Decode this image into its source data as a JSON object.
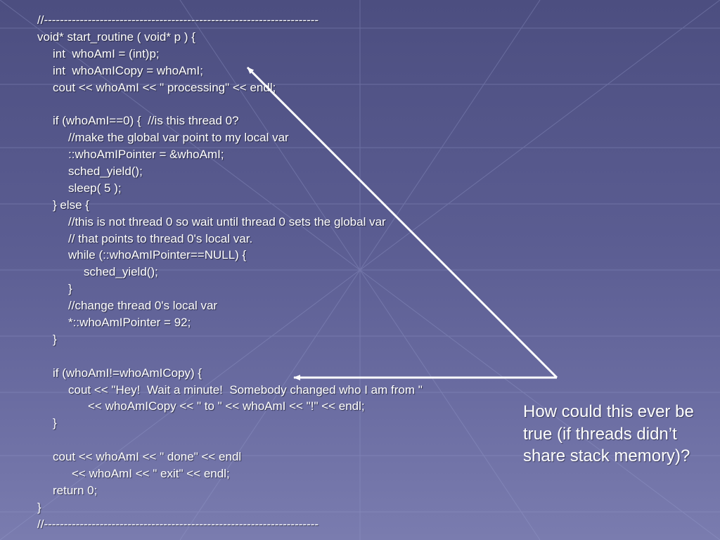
{
  "slide": {
    "code_lines": [
      "//---------------------------------------------------------------------",
      "void* start_routine ( void* p ) {",
      "int  whoAmI = (int)p;",
      "int  whoAmICopy = whoAmI;",
      "cout << whoAmI << \" processing\" << endl;",
      "",
      "if (whoAmI==0) {  //is this thread 0?",
      "//make the global var point to my local var",
      "::whoAmIPointer = &whoAmI;",
      "sched_yield();",
      "sleep( 5 );",
      "} else {",
      "//this is not thread 0 so wait until thread 0 sets the global var",
      "// that points to thread 0's local var.",
      "while (::whoAmIPointer==NULL) {",
      "sched_yield();",
      "}",
      "//change thread 0's local var",
      "*::whoAmIPointer = 92;",
      "}",
      "",
      "if (whoAmI!=whoAmICopy) {",
      "cout << \"Hey!  Wait a minute!  Somebody changed who I am from \"",
      "<< whoAmICopy << \" to \" << whoAmI << \"!\" << endl;",
      "}",
      "",
      "cout << whoAmI << \" done\" << endl",
      "<< whoAmI << \" exit\" << endl;",
      "return 0;",
      "}",
      "//---------------------------------------------------------------------"
    ],
    "callout_text": "How could this ever be true (if threads didn’t share stack memory)?",
    "colors": {
      "background": "#5a5c8e",
      "text": "#ffffff",
      "arrow": "#ffffff"
    }
  }
}
